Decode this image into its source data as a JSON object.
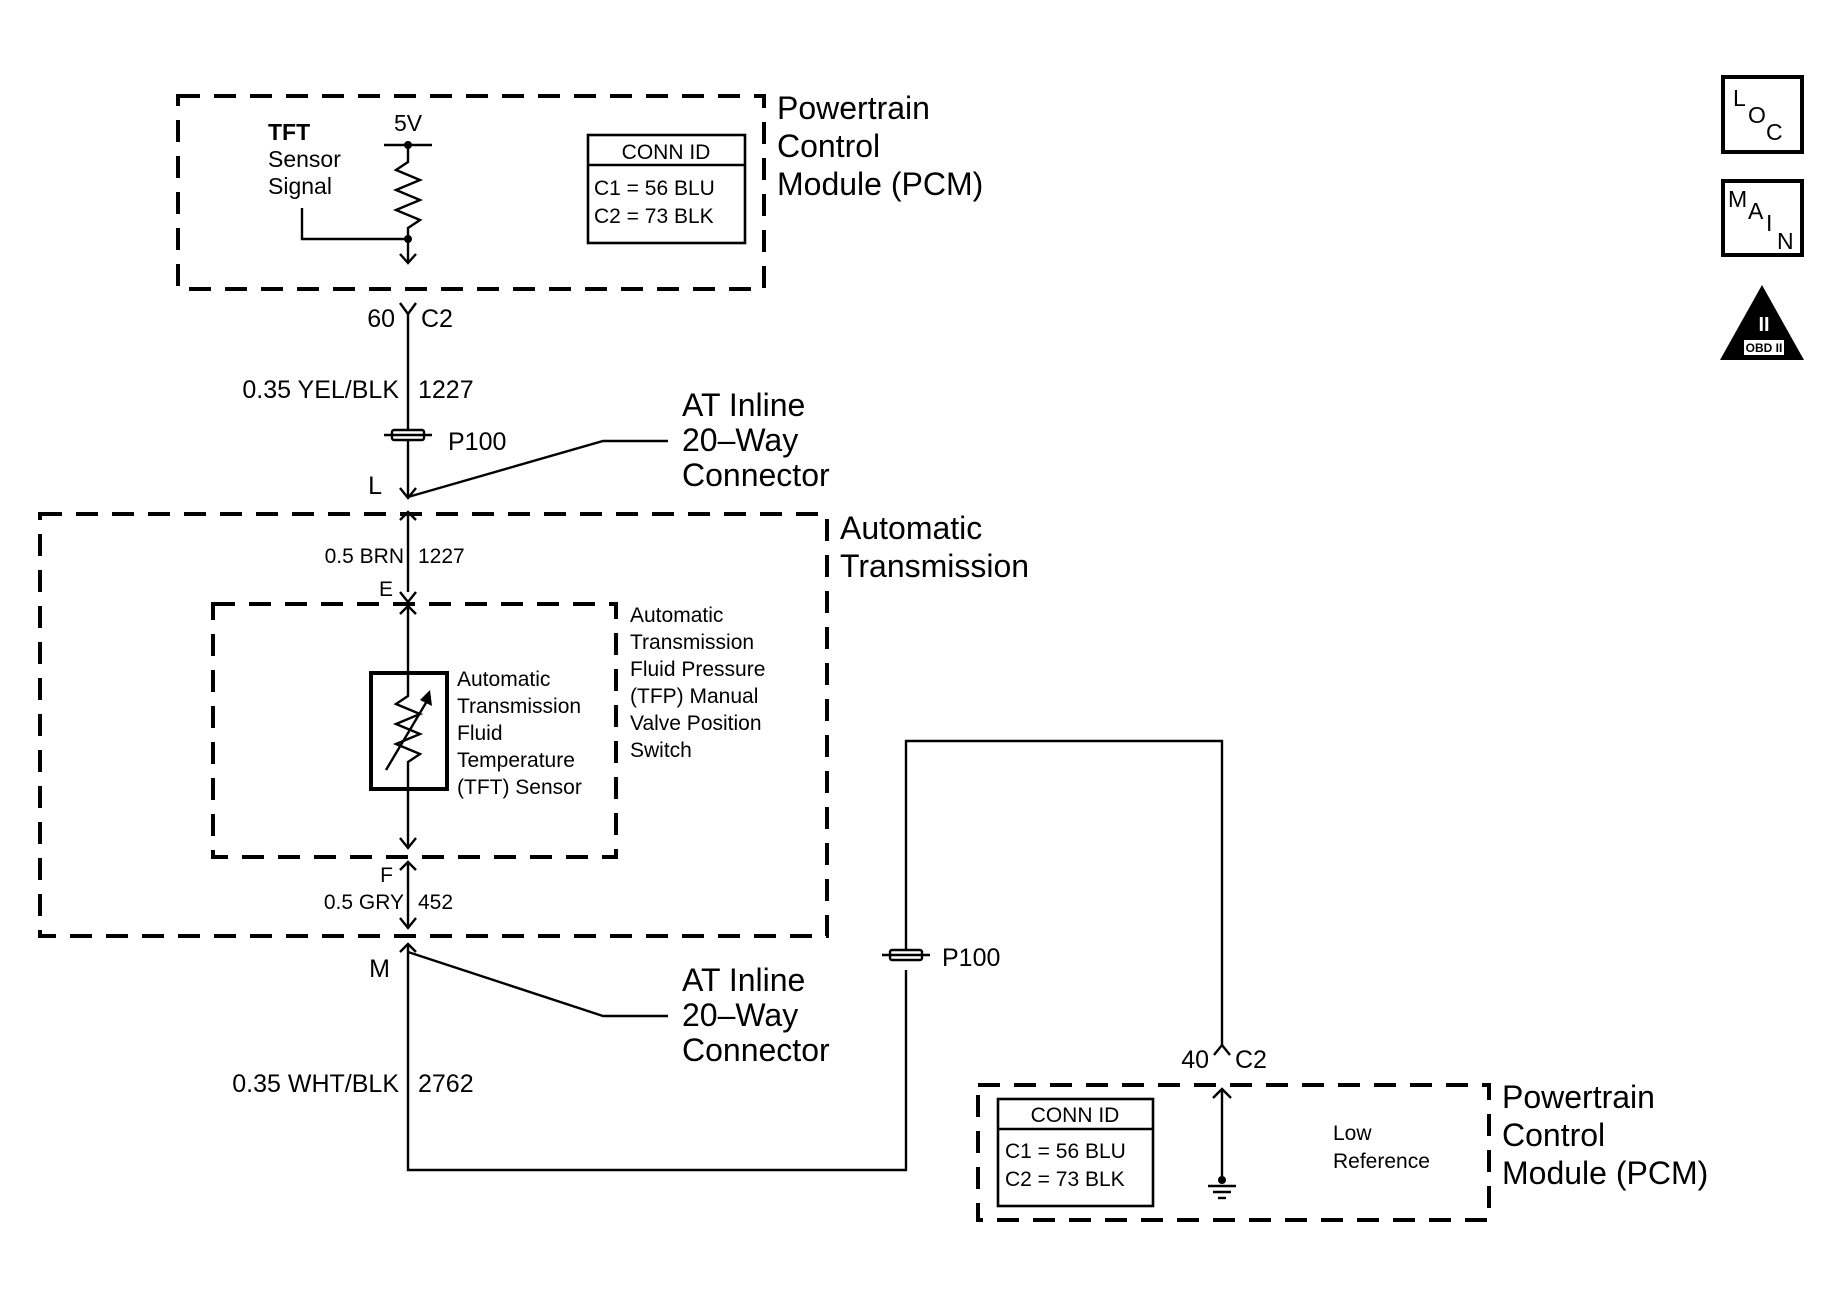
{
  "pcm_top": {
    "module_label": [
      "Powertrain",
      "Control",
      "Module (PCM)"
    ],
    "signal_label": [
      "TFT",
      "Sensor",
      "Signal"
    ],
    "voltage": "5V",
    "conn_id": {
      "title": "CONN ID",
      "c1": "C1 = 56 BLU",
      "c2": "C2 = 73 BLK"
    },
    "pin": "60",
    "connector": "C2"
  },
  "wire_upper": {
    "gauge_color": "0.35 YEL/BLK",
    "circuit": "1227"
  },
  "splice_upper": {
    "label": "P100"
  },
  "inline_upper": {
    "pin": "L",
    "label": [
      "AT Inline",
      "20–Way",
      "Connector"
    ]
  },
  "transmission": {
    "label": [
      "Automatic",
      "Transmission"
    ],
    "wire_top": {
      "gauge_color": "0.5 BRN",
      "circuit": "1227",
      "pin": "E"
    },
    "wire_bottom": {
      "gauge_color": "0.5 GRY",
      "circuit": "452",
      "pin": "F"
    },
    "sensor_label": [
      "Automatic",
      "Transmission",
      "Fluid",
      "Temperature",
      "(TFT) Sensor"
    ],
    "switch_label": [
      "Automatic",
      "Transmission",
      "Fluid Pressure",
      "(TFP) Manual",
      "Valve Position",
      "Switch"
    ]
  },
  "inline_lower": {
    "pin": "M",
    "label": [
      "AT Inline",
      "20–Way",
      "Connector"
    ]
  },
  "wire_lower": {
    "gauge_color": "0.35 WHT/BLK",
    "circuit": "2762"
  },
  "splice_lower": {
    "label": "P100"
  },
  "pcm_bottom": {
    "module_label": [
      "Powertrain",
      "Control",
      "Module (PCM)"
    ],
    "pin": "40",
    "connector": "C2",
    "conn_id": {
      "title": "CONN ID",
      "c1": "C1 = 56 BLU",
      "c2": "C2 = 73 BLK"
    },
    "low_ref_label": [
      "Low",
      "Reference"
    ]
  },
  "side_icons": {
    "loc": {
      "letters": [
        "L",
        "O",
        "C"
      ],
      "icon": "location-icon"
    },
    "main": {
      "letters": [
        "M",
        "A",
        "I",
        "N"
      ],
      "icon": "main-icon"
    },
    "obd": {
      "numeral": "II",
      "text": "OBD II",
      "icon": "obd-ii-icon"
    }
  }
}
